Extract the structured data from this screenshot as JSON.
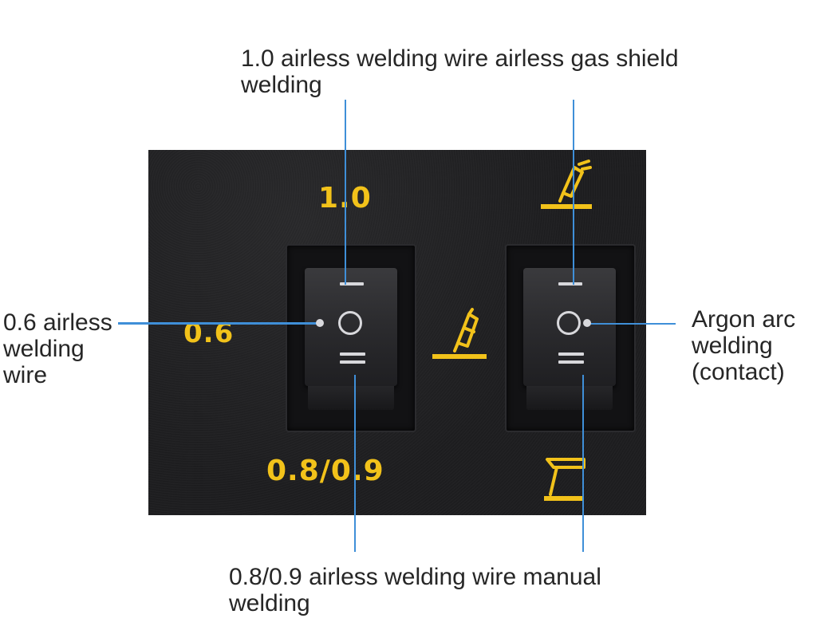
{
  "callouts": {
    "top": "1.0 airless welding wire airless gas shield welding",
    "left": "0.6 airless welding wire",
    "right": "Argon arc welding (contact)",
    "bottom": "0.8/0.9 airless welding wire manual welding"
  },
  "panel_labels": {
    "top_left": "1.0",
    "middle_left": "0.6",
    "bottom_left": "0.8/0.9"
  },
  "icons": {
    "mig_torch": "mig-torch-icon",
    "tig_torch": "tig-torch-icon",
    "stick_electrode": "electrode-holder-icon"
  },
  "colors": {
    "label_yellow": "#f2c21a",
    "leader_blue": "#3f8fd8",
    "panel": "#1e1e20"
  }
}
